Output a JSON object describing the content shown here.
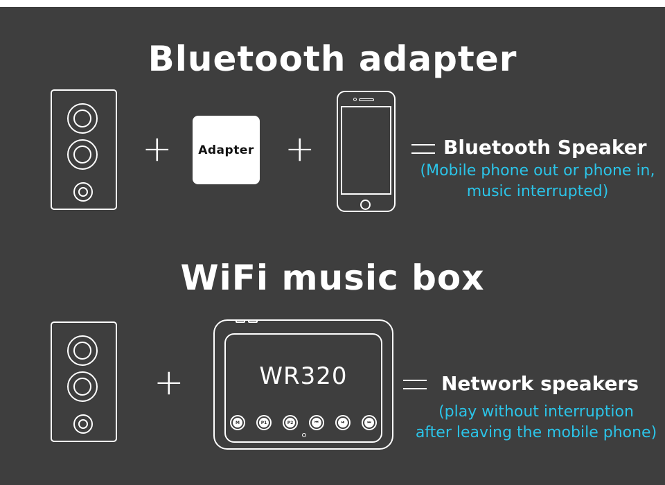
{
  "section1": {
    "title": "Bluetooth adapter",
    "adapter_label": "Adapter",
    "plus": "+",
    "result_title": "Bluetooth Speaker",
    "note_line1": "(Mobile phone out or phone in,",
    "note_line2": "music interrupted)"
  },
  "section2": {
    "title": "WiFi music box",
    "plus": "+",
    "device_model": "WR320",
    "buttons": [
      "M",
      "P1",
      "P2",
      "⏮",
      "⏯",
      "⏭"
    ],
    "result_title": "Network speakers",
    "note_line1": "(play without interruption",
    "note_line2": "after leaving the mobile phone)"
  },
  "colors": {
    "background": "#3e3e3e",
    "foreground": "#ffffff",
    "accent": "#2bc4e8"
  }
}
